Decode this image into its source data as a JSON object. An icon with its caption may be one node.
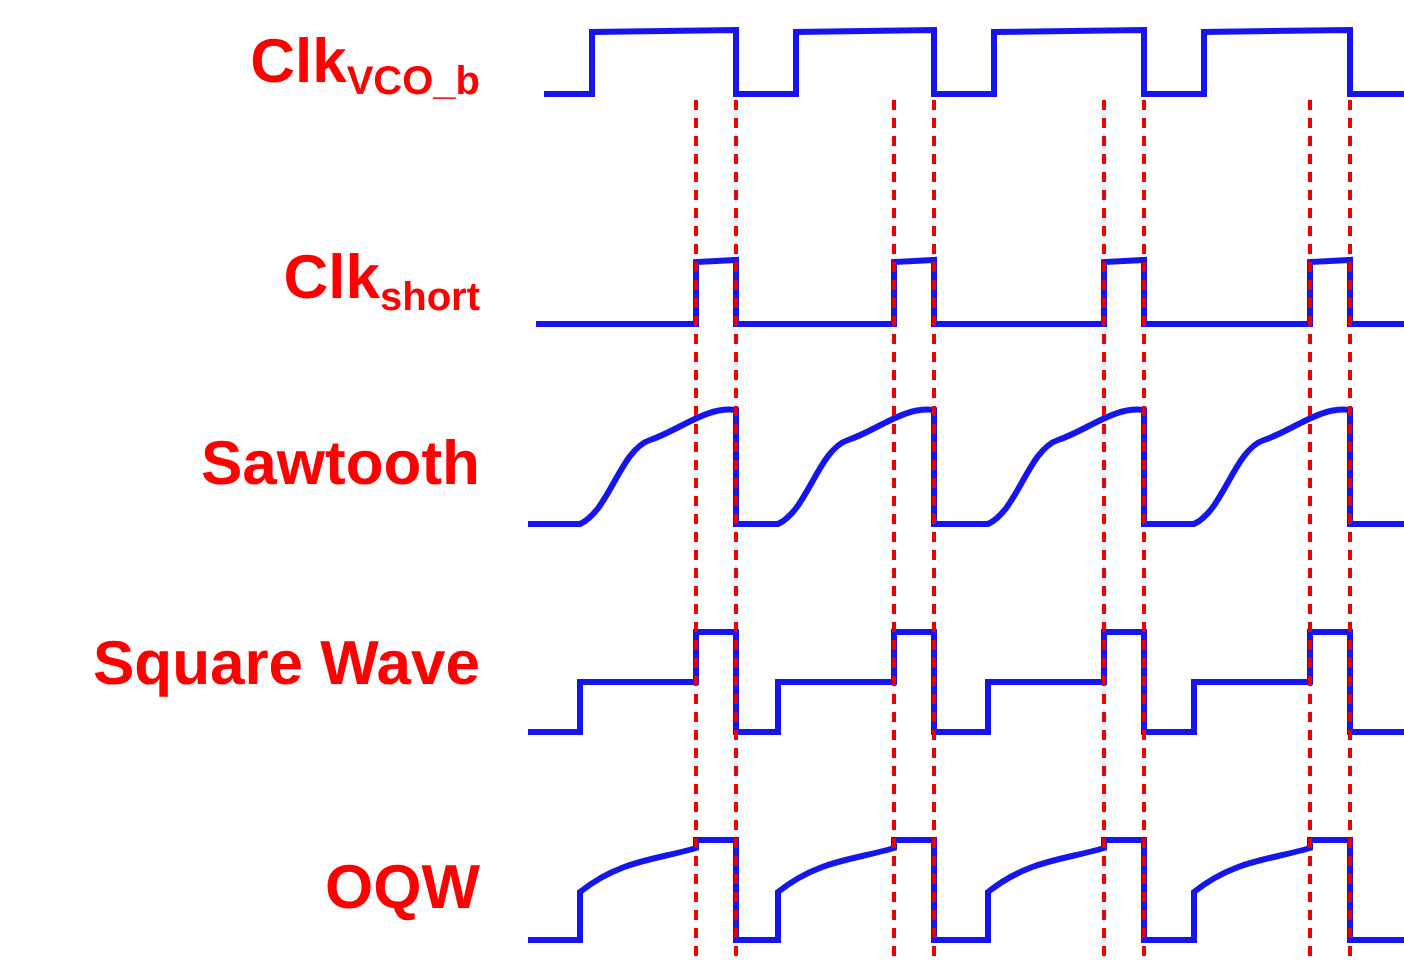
{
  "diagram": {
    "labels": [
      "Clk$_{VCO_b}$",
      "Clk$_{short}$",
      "Sawtooth",
      "Square Wave",
      "OQW"
    ]
  }
}
